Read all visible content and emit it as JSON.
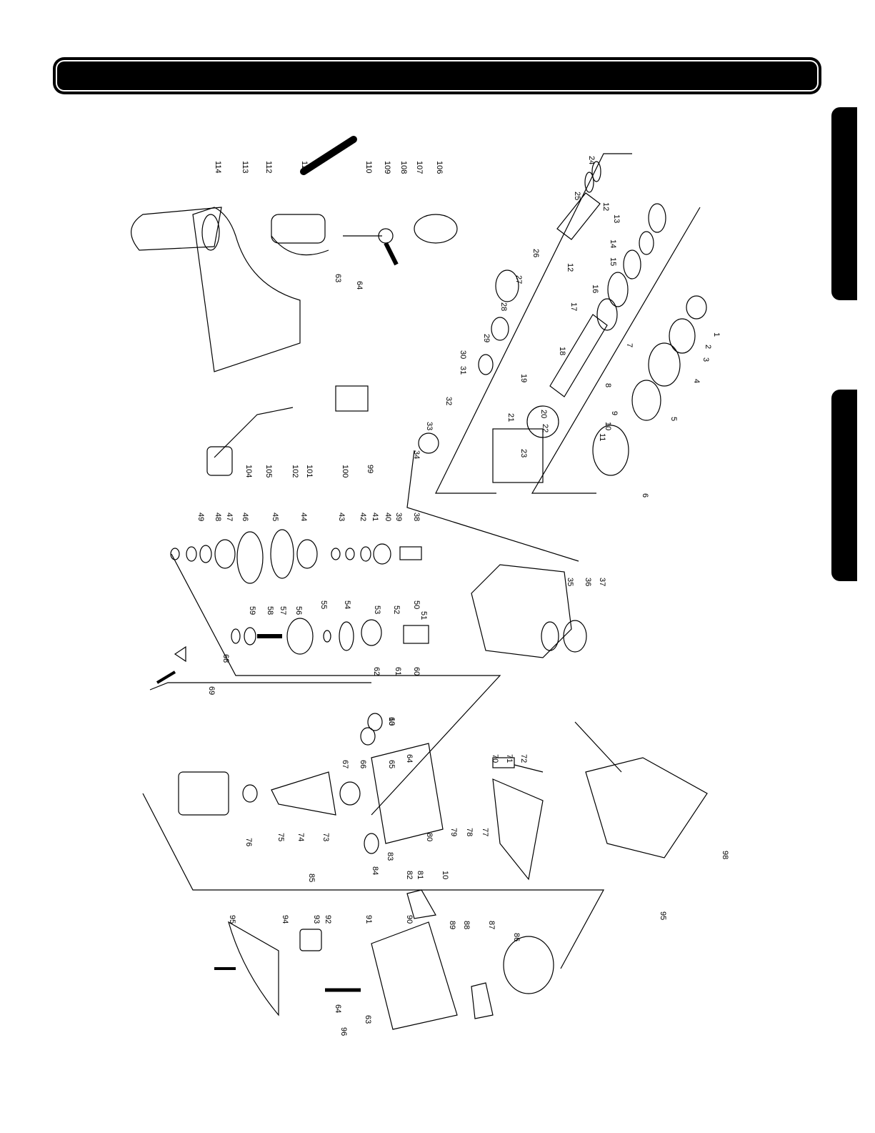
{
  "header": {
    "title": ""
  },
  "side_tabs": [
    "",
    ""
  ],
  "part_numbers": [
    "1",
    "2",
    "3",
    "4",
    "5",
    "6",
    "7",
    "8",
    "9",
    "10",
    "11",
    "12",
    "13",
    "14",
    "15",
    "16",
    "17",
    "18",
    "19",
    "20",
    "21",
    "22",
    "23",
    "24",
    "25",
    "26",
    "27",
    "28",
    "29",
    "30",
    "31",
    "32",
    "33",
    "34",
    "35",
    "36",
    "37",
    "38",
    "39",
    "40",
    "41",
    "42",
    "43",
    "44",
    "45",
    "46",
    "47",
    "48",
    "49",
    "50",
    "51",
    "52",
    "53",
    "54",
    "55",
    "56",
    "57",
    "58",
    "59",
    "60",
    "61",
    "62",
    "63",
    "64",
    "65",
    "66",
    "67",
    "68",
    "69",
    "70",
    "71",
    "72",
    "73",
    "74",
    "75",
    "76",
    "77",
    "78",
    "79",
    "80",
    "81",
    "82",
    "83",
    "84",
    "85",
    "86",
    "87",
    "88",
    "89",
    "90",
    "91",
    "92",
    "93",
    "94",
    "95",
    "96",
    "98",
    "99",
    "100",
    "101",
    "102",
    "104",
    "105",
    "106",
    "107",
    "108",
    "109",
    "110",
    "111",
    "112",
    "113",
    "114"
  ]
}
